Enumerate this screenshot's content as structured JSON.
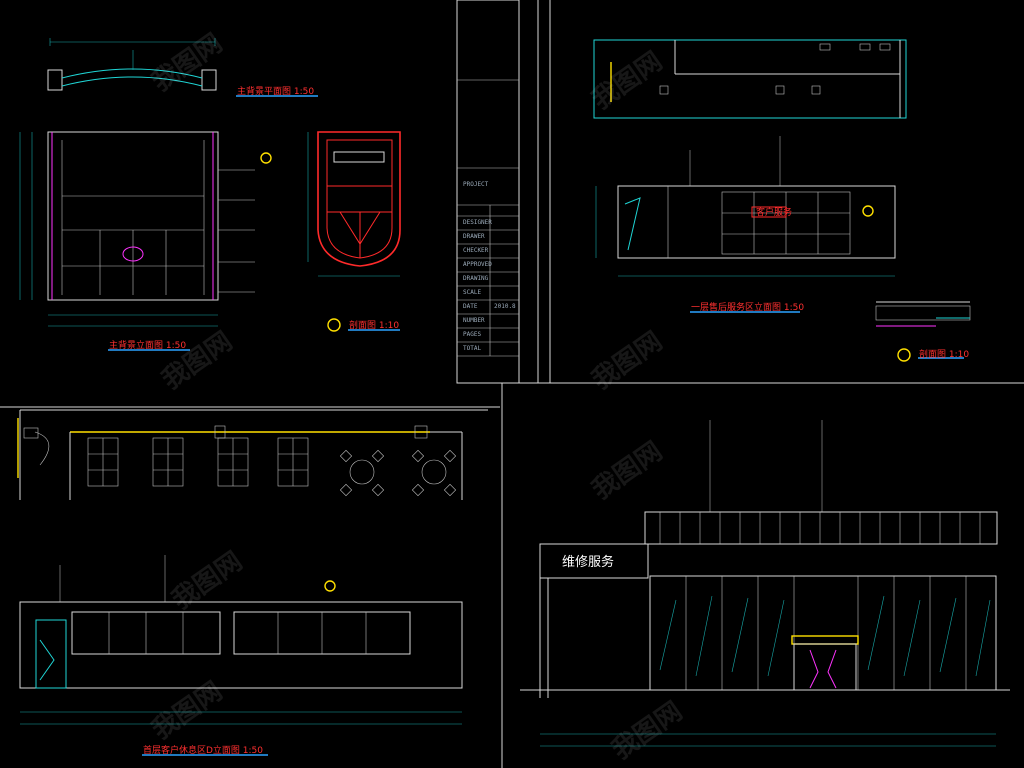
{
  "drawings": {
    "main_wall_plan_title": "主背景平面图 1:50",
    "main_wall_elevation_title": "主背景立面图 1:50",
    "section_1_title": "剖面图 1:10",
    "first_floor_service_elevation_title": "一层售后服务区立面图 1:50",
    "section_2_title": "剖面图 1:10",
    "customer_lounge_elevation_title": "首层客户休息区D立面图 1:50",
    "service_sign_text": "维修服务",
    "service_counter_sign_text": "客户服务"
  },
  "title_block": {
    "project": "PROJECT",
    "designer": "DESIGNER",
    "drawer": "DRAWER",
    "checker": "CHECKER",
    "approved": "APPROVED",
    "drawing": "DRAWING",
    "scale": "SCALE",
    "date": "DATE",
    "date_value": "2010.8",
    "number": "NUMBER",
    "pages": "PAGES",
    "total": "TOTAL"
  },
  "watermark": {
    "text": "我图网"
  },
  "colors": {
    "background": "#000000",
    "linework_cyan": "#1fd6d6",
    "title_red": "#ff2a2a",
    "highlight_yellow": "#ffe000",
    "accent_magenta": "#ff33ff"
  }
}
